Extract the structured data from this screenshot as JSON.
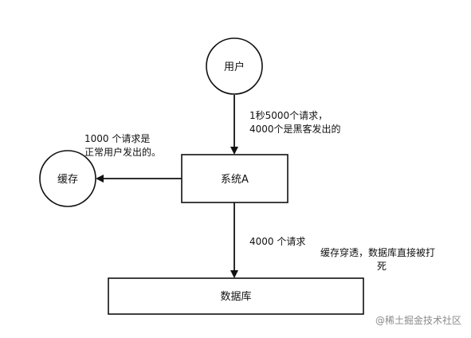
{
  "nodes": {
    "user": "用户",
    "cache": "缓存",
    "system": "系统A",
    "database": "数据库"
  },
  "notes": {
    "user_to_system": [
      "1秒5000个请求，",
      "4000个是黑客发出的"
    ],
    "system_to_cache": [
      "1000 个请求是",
      "正常用户发出的。"
    ],
    "system_to_db": "4000 个请求",
    "db_result": [
      "缓存穿透，数据库直接被打",
      "死"
    ]
  },
  "watermark": "@稀土掘金技术社区",
  "colors": {
    "stroke": "#111111",
    "text": "#111111",
    "watermark": "#8b8b8b"
  }
}
